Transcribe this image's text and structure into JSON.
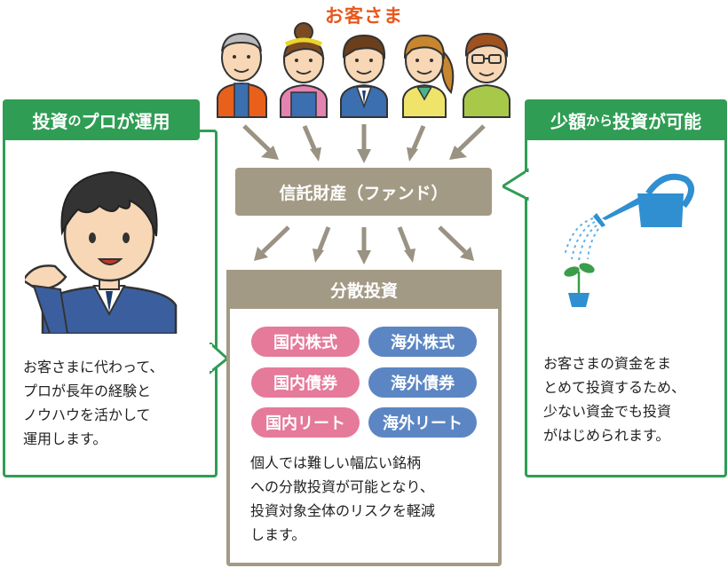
{
  "customers": {
    "title": "お客さま"
  },
  "left_panel": {
    "tab": "投資のプロが運用",
    "tab_parts": [
      "投資",
      "の",
      "プロが運用"
    ],
    "text_lines": [
      "お客さまに代わって、",
      "プロが長年の経験と",
      "ノウハウを活かして",
      "運用します。"
    ]
  },
  "right_panel": {
    "tab": "少額から投資が可能",
    "tab_parts": [
      "少額",
      "から",
      "投資が可能"
    ],
    "text_lines": [
      "お客さまの資金をま",
      "とめて投資するため、",
      "少ない資金でも投資",
      "がはじめられます。"
    ]
  },
  "trust_property": {
    "label": "信託財産（ファンド）"
  },
  "diversification": {
    "title": "分散投資",
    "assets": {
      "domestic": [
        "国内株式",
        "国内債券",
        "国内リート"
      ],
      "foreign": [
        "海外株式",
        "海外債券",
        "海外リート"
      ]
    },
    "text_lines": [
      "個人では難しい幅広い銘柄",
      "への分散投資が可能となり、",
      "投資対象全体のリスクを軽減",
      "します。"
    ]
  },
  "colors": {
    "green": "#2f9d54",
    "orange": "#e8581c",
    "brown": "#a39a85",
    "pink": "#e57a9b",
    "blue": "#5c86c3"
  }
}
